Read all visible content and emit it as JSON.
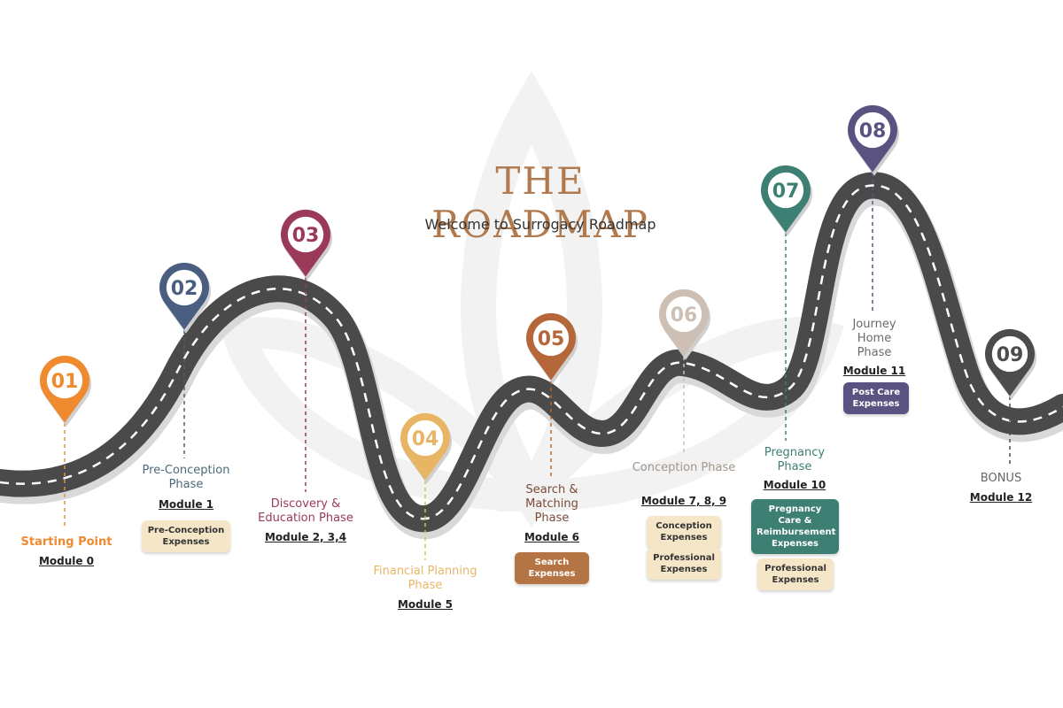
{
  "header": {
    "title": "THE ROADMAP",
    "subtitle": "Welcome to Surrogacy Roadmap"
  },
  "milestones": [
    {
      "num": "01",
      "color": "#ef8a2e",
      "phase": "Starting Point",
      "module": "Module 0",
      "badges": []
    },
    {
      "num": "02",
      "color": "#4a5f80",
      "phase": "Pre-Conception Phase",
      "module": "Module 1",
      "badges": [
        {
          "text": "Pre-Conception Expenses",
          "style": "cream"
        }
      ]
    },
    {
      "num": "03",
      "color": "#9b3a58",
      "phase": "Discovery & Education Phase",
      "module": "Module 2, 3,4",
      "badges": []
    },
    {
      "num": "04",
      "color": "#e8b565",
      "phase": "Financial Planning Phase",
      "module": "Module 5",
      "badges": []
    },
    {
      "num": "05",
      "color": "#b5673a",
      "phase": "Search & Matching Phase",
      "module": "Module 6",
      "badges": [
        {
          "text": "Search Expenses",
          "style": "brown"
        }
      ]
    },
    {
      "num": "06",
      "color": "#cdbfb3",
      "phase": "Conception Phase",
      "module": "Module 7, 8, 9",
      "badges": [
        {
          "text": "Conception Expenses",
          "style": "cream"
        },
        {
          "text": "Professional Expenses",
          "style": "cream"
        }
      ]
    },
    {
      "num": "07",
      "color": "#3e7f74",
      "phase": "Pregnancy Phase",
      "module": "Module 10",
      "badges": [
        {
          "text": "Pregnancy Care & Reimbursement Expenses",
          "style": "teal"
        },
        {
          "text": "Professional Expenses",
          "style": "cream"
        }
      ]
    },
    {
      "num": "08",
      "color": "#5a5281",
      "phase": "Journey Home Phase",
      "module": "Module 11",
      "badges": [
        {
          "text": "Post Care Expenses",
          "style": "purple"
        }
      ]
    },
    {
      "num": "09",
      "color": "#4c4c4c",
      "phase": "BONUS",
      "module": "Module 12",
      "badges": []
    }
  ],
  "colors": {
    "road": "#4a4a4a",
    "road_dash": "#ffffff",
    "title": "#b07a4e",
    "watermark": "#f2f2f2"
  }
}
